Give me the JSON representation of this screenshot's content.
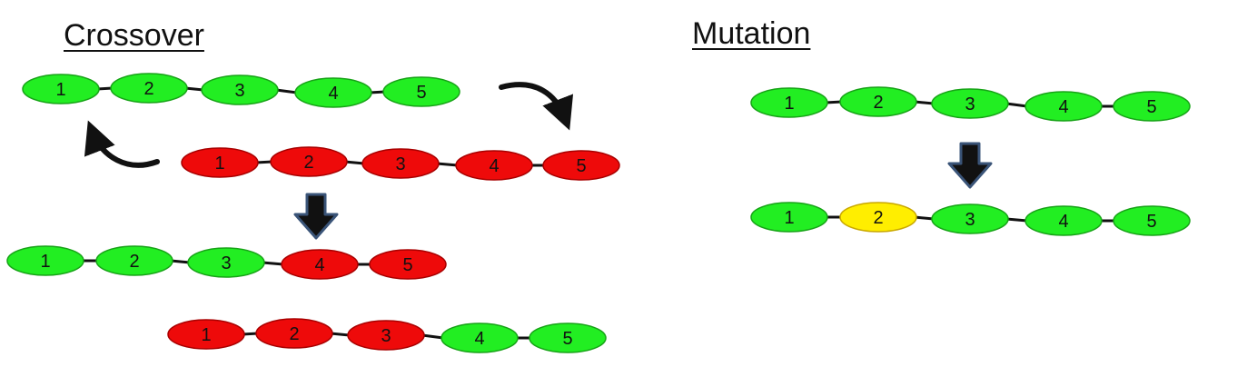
{
  "crossover": {
    "title": "Crossover",
    "parent_a": {
      "labels": [
        "1",
        "2",
        "3",
        "4",
        "5"
      ],
      "colors": [
        "green",
        "green",
        "green",
        "green",
        "green"
      ]
    },
    "parent_b": {
      "labels": [
        "1",
        "2",
        "3",
        "4",
        "5"
      ],
      "colors": [
        "red",
        "red",
        "red",
        "red",
        "red"
      ]
    },
    "child_a": {
      "labels": [
        "1",
        "2",
        "3",
        "4",
        "5"
      ],
      "colors": [
        "green",
        "green",
        "green",
        "red",
        "red"
      ]
    },
    "child_b": {
      "labels": [
        "1",
        "2",
        "3",
        "4",
        "5"
      ],
      "colors": [
        "red",
        "red",
        "red",
        "green",
        "green"
      ]
    }
  },
  "mutation": {
    "title": "Mutation",
    "before": {
      "labels": [
        "1",
        "2",
        "3",
        "4",
        "5"
      ],
      "colors": [
        "green",
        "green",
        "green",
        "green",
        "green"
      ]
    },
    "after": {
      "labels": [
        "1",
        "2",
        "3",
        "4",
        "5"
      ],
      "colors": [
        "green",
        "yellow",
        "green",
        "green",
        "green"
      ]
    }
  },
  "palette": {
    "green": {
      "fill": "#22ee22",
      "stroke": "#17a317"
    },
    "red": {
      "fill": "#ee0a0a",
      "stroke": "#a80000"
    },
    "yellow": {
      "fill": "#ffee00",
      "stroke": "#c9a800"
    },
    "link": "#111111",
    "arrow_fill": "#111111",
    "arrow_stroke": "#3a5478"
  }
}
